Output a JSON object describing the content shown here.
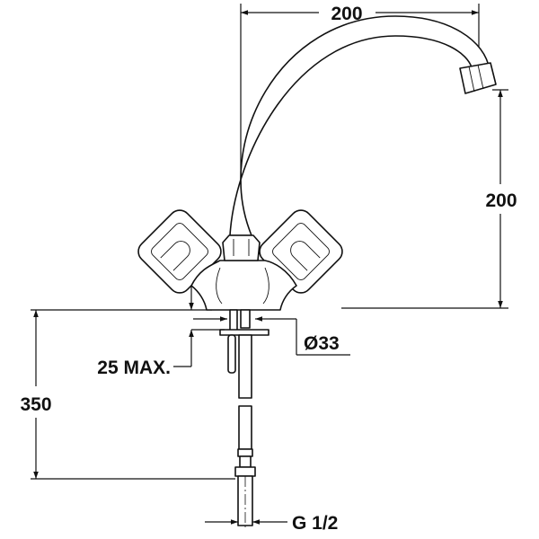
{
  "drawing": {
    "subject": "faucet",
    "dimensions": {
      "spout_reach": "200",
      "spout_height": "200",
      "hose_length": "350",
      "deck_thickness": "25 MAX.",
      "hole_diameter": "Ø33",
      "connection_thread": "G 1/2"
    }
  }
}
